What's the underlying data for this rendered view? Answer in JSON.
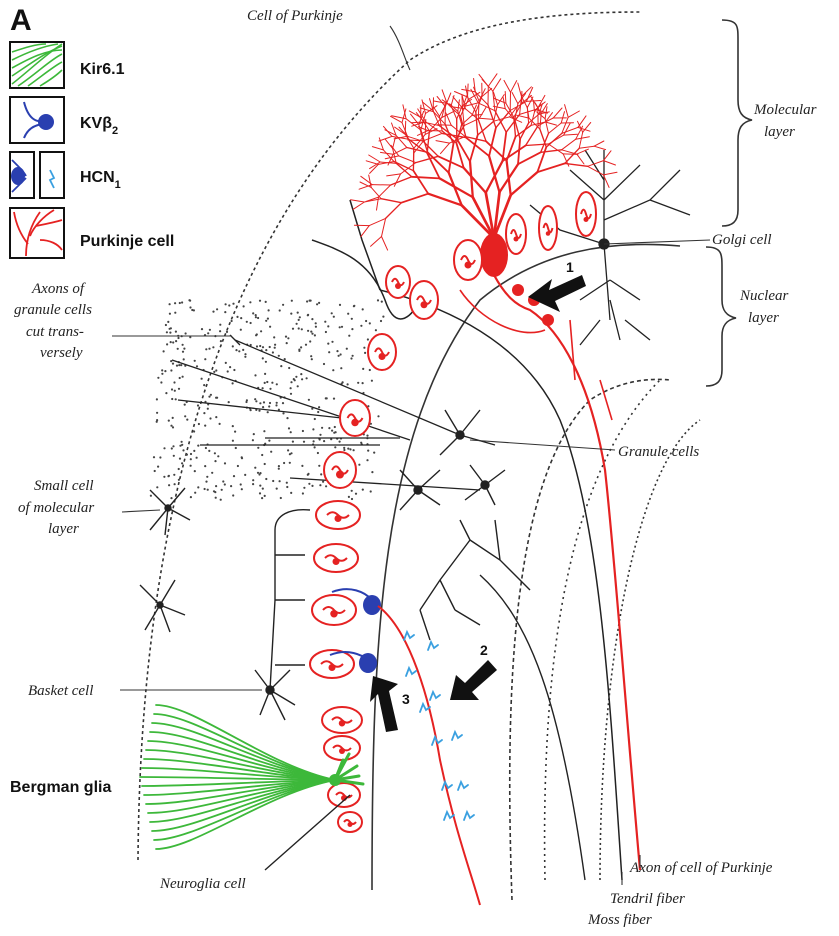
{
  "panel_letter": "A",
  "legend": [
    {
      "key": "kir",
      "label": "Kir6.1",
      "color": "#3db83a"
    },
    {
      "key": "kvb",
      "label": "KVβ",
      "sub": "2",
      "color": "#2a3fb0"
    },
    {
      "key": "hcn",
      "label": "HCN",
      "sub": "1",
      "color": "#2a3fb0",
      "color2": "#3aa0e0"
    },
    {
      "key": "purk",
      "label": "Purkinje cell",
      "color": "#e52222"
    }
  ],
  "labels": {
    "cell_of_purkinje": "Cell of Purkinje",
    "molecular_layer_1": "Molecular",
    "molecular_layer_2": "layer",
    "golgi_cell": "Golgi cell",
    "nuclear_layer_1": "Nuclear",
    "nuclear_layer_2": "layer",
    "axons_1": "Axons of",
    "axons_2": "granule cells",
    "axons_3": "cut trans-",
    "axons_4": "versely",
    "granule_cells": "Granule cells",
    "small_cell_1": "Small cell",
    "small_cell_2": "of molecular",
    "small_cell_3": "layer",
    "basket_cell": "Basket cell",
    "bergman_glia": "Bergman glia",
    "neuroglia_cell": "Neuroglia cell",
    "axon_purkinje": "Axon of cell of Purkinje",
    "tendril_fiber": "Tendril fiber",
    "moss_fiber": "Moss fiber"
  },
  "arrows": [
    "1",
    "2",
    "3"
  ],
  "colors": {
    "purkinje": "#e52222",
    "glia": "#3db83a",
    "kv": "#2a3fb0",
    "hcn": "#3aa0e0",
    "ink": "#222222"
  }
}
